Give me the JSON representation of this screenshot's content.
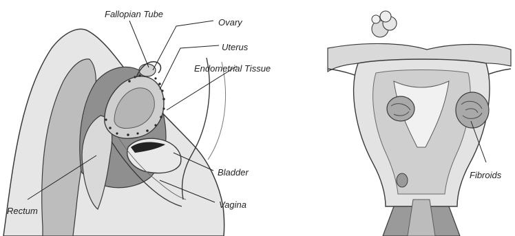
{
  "left_diagram": {
    "labels": {
      "fallopian_tube": "Fallopian Tube",
      "ovary": "Ovary",
      "uterus": "Uterus",
      "endometrial_tissue": "Endometrial Tissue",
      "bladder": "Bladder",
      "vagina": "Vagina",
      "rectum": "Rectum"
    }
  },
  "right_diagram": {
    "labels": {
      "fibroids": "Fibroids"
    }
  },
  "colors": {
    "background": "#ffffff",
    "tissue_light": "#e6e6e6",
    "tissue_mid": "#cfcfcf",
    "tissue_dark": "#9a9a9a",
    "outline": "#3a3a3a",
    "text": "#222222"
  }
}
